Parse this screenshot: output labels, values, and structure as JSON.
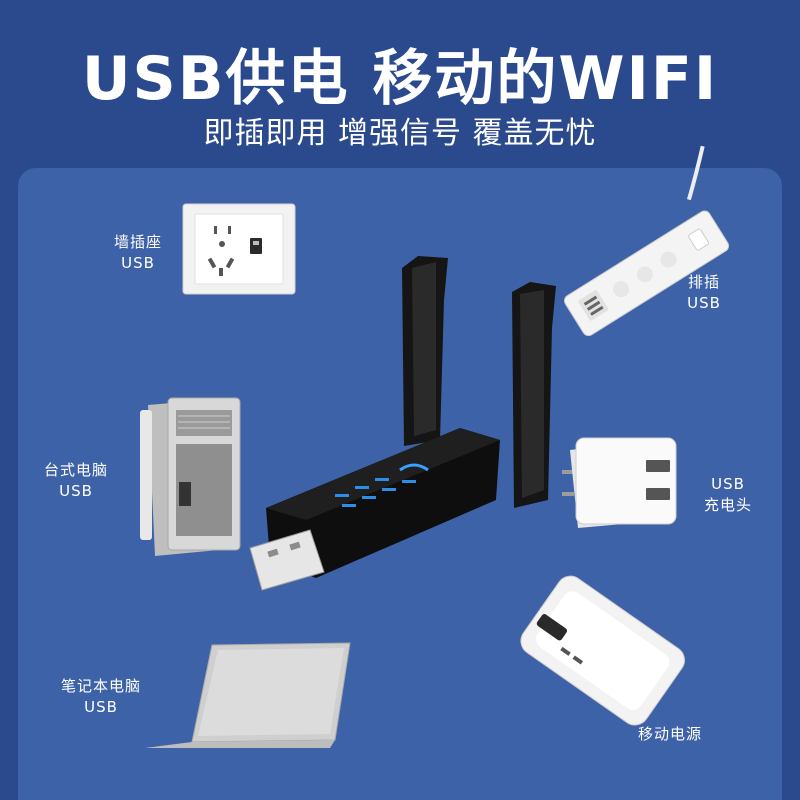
{
  "header": {
    "title": "USB供电 移动的WIFI",
    "subtitle": "即插即用 增强信号 覆盖无忧"
  },
  "sources": [
    {
      "line1": "墙插座",
      "line2": "USB"
    },
    {
      "line1": "排插",
      "line2": "USB"
    },
    {
      "line1": "台式电脑",
      "line2": "USB"
    },
    {
      "line1": "USB",
      "line2": "充电头"
    },
    {
      "line1": "笔记本电脑",
      "line2": "USB"
    },
    {
      "line1": "移动电源",
      "line2": ""
    }
  ]
}
